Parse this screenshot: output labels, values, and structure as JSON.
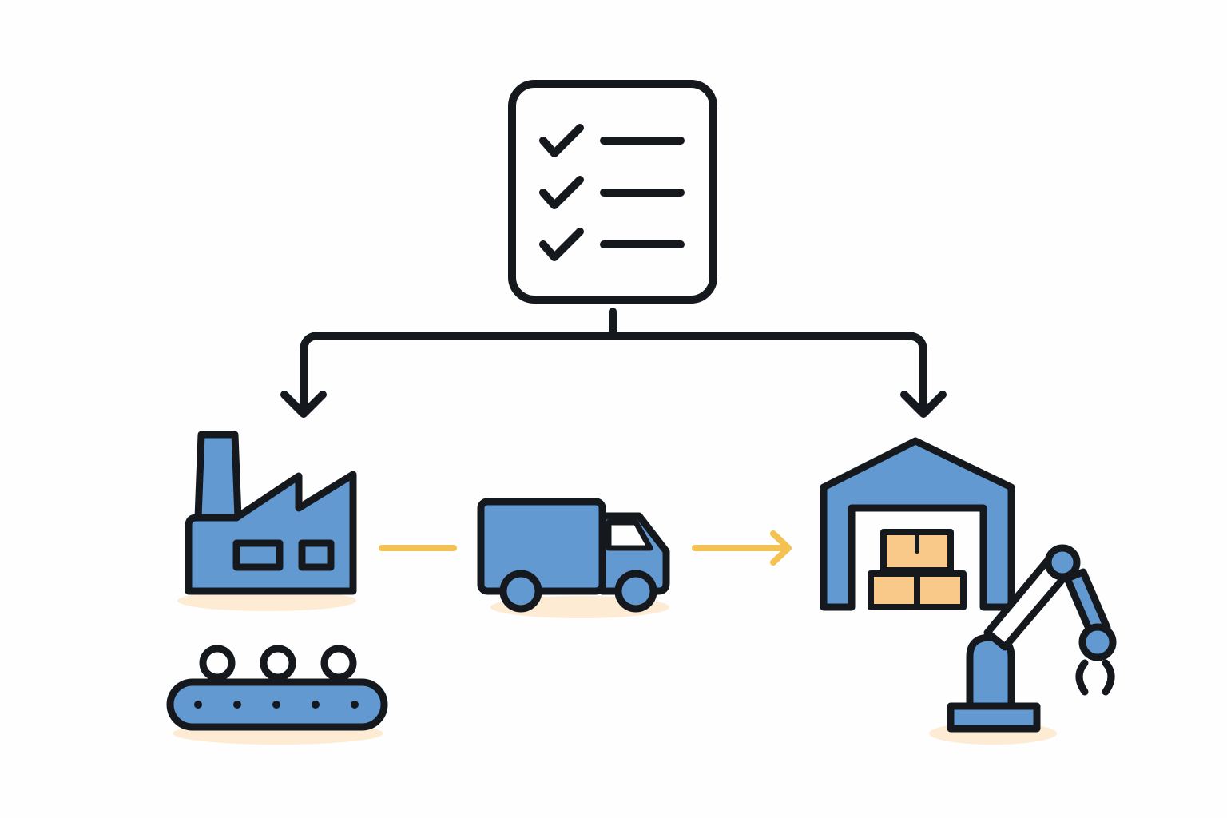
{
  "colors": {
    "background": "#fefefe",
    "outline": "#15191e",
    "fill_blue": "#6399d1",
    "fill_box": "#f9c98a",
    "arrow_yellow": "#f3c253",
    "shadow": "#fdebd3"
  },
  "nodes": [
    {
      "id": "checklist",
      "icon": "checklist-icon",
      "items_checked": 3,
      "items_total": 3
    },
    {
      "id": "factory",
      "icon": "factory-icon"
    },
    {
      "id": "conveyor",
      "icon": "conveyor-belt-icon",
      "items_on_belt": 3
    },
    {
      "id": "truck",
      "icon": "delivery-truck-icon"
    },
    {
      "id": "warehouse",
      "icon": "warehouse-icon",
      "boxes": 3
    },
    {
      "id": "robot_arm",
      "icon": "robotic-arm-icon"
    }
  ],
  "edges": [
    {
      "from": "checklist",
      "to": "factory",
      "style": "branch-arrow"
    },
    {
      "from": "checklist",
      "to": "warehouse",
      "style": "branch-arrow"
    },
    {
      "from": "factory",
      "to": "truck",
      "style": "line"
    },
    {
      "from": "truck",
      "to": "warehouse",
      "style": "arrow"
    }
  ]
}
